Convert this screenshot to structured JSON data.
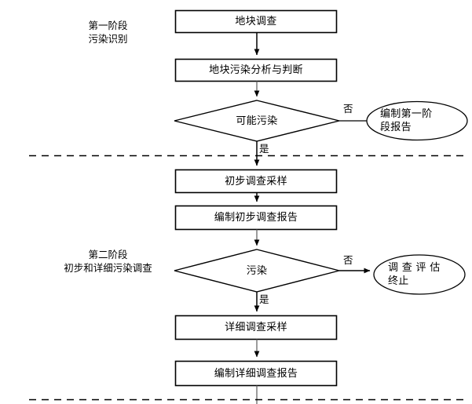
{
  "diagram": {
    "title_stages": [
      {
        "id": "stage-1",
        "text": "第一阶段\n污染识别"
      },
      {
        "id": "stage-2",
        "text": "第二阶段\n初步和详细污染调查"
      }
    ],
    "nodes": [
      {
        "id": "land-survey",
        "shape": "rect",
        "text": "地块调查"
      },
      {
        "id": "pollution-analysis",
        "shape": "rect",
        "text": "地块污染分析与判断"
      },
      {
        "id": "possible-pollution",
        "shape": "diamond",
        "text": "可能污染"
      },
      {
        "id": "phase-one-report",
        "shape": "ellipse",
        "text": "编制第一阶\n段报告"
      },
      {
        "id": "preliminary-sampling",
        "shape": "rect",
        "text": "初步调查采样"
      },
      {
        "id": "preliminary-report",
        "shape": "rect",
        "text": "编制初步调查报告"
      },
      {
        "id": "pollution-decision",
        "shape": "diamond",
        "text": "污染"
      },
      {
        "id": "survey-terminated",
        "shape": "ellipse",
        "text": "调 查 评 估\n终止"
      },
      {
        "id": "detailed-sampling",
        "shape": "rect",
        "text": "详细调查采样"
      },
      {
        "id": "detailed-report",
        "shape": "rect",
        "text": "编制详细调查报告"
      }
    ],
    "edge_labels": [
      {
        "id": "edge-no-1",
        "text": "否"
      },
      {
        "id": "edge-yes-1",
        "text": "是"
      },
      {
        "id": "edge-no-2",
        "text": "否"
      },
      {
        "id": "edge-yes-2",
        "text": "是"
      }
    ],
    "colors": {
      "stroke": "#000000",
      "connector": "#595959",
      "background": "#ffffff",
      "text": "#000000"
    }
  }
}
